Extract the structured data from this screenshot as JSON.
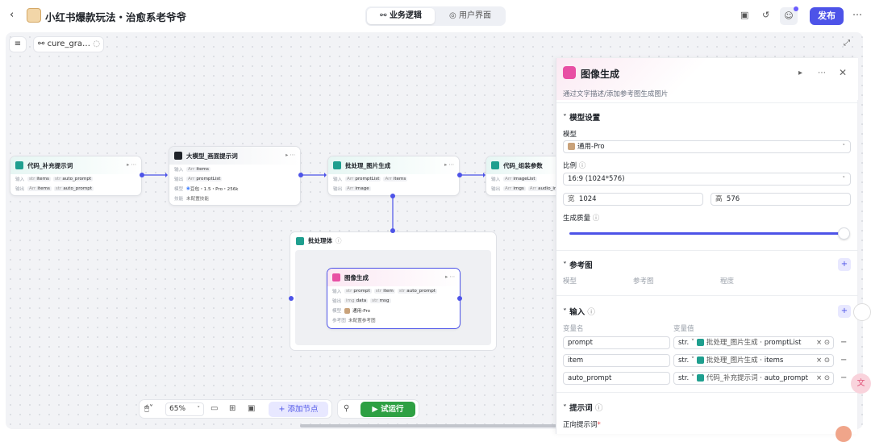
{
  "header": {
    "title": "小红书爆款玩法・治愈系老爷爷",
    "tabs": [
      {
        "label": "业务逻辑"
      },
      {
        "label": "用户界面"
      }
    ],
    "publish_label": "发布"
  },
  "canvas": {
    "workflow_name": "cure_gra…",
    "zoom": "65%",
    "add_node_label": "添加节点",
    "run_label": "试运行"
  },
  "nodes": {
    "code1": {
      "title": "代码_补充提示词",
      "in_label": "输入",
      "out_label": "输出",
      "in": [
        {
          "t": "str",
          "v": "items"
        },
        {
          "t": "str",
          "v": "auto_prompt"
        }
      ],
      "out": [
        {
          "t": "Arr",
          "v": "items"
        },
        {
          "t": "str",
          "v": "auto_prompt"
        }
      ]
    },
    "llm": {
      "title": "大模型_画面提示词",
      "in_label": "输入",
      "out_label": "输出",
      "model_label": "模型",
      "skill_label": "技能",
      "in": [
        {
          "t": "Arr",
          "v": "items"
        }
      ],
      "out": [
        {
          "t": "Arr",
          "v": "promptList"
        }
      ],
      "model": "豆包・1.5・Pro・256k",
      "skill": "未配置技能"
    },
    "batch_img": {
      "title": "批处理_图片生成",
      "in_label": "输入",
      "out_label": "输出",
      "in": [
        {
          "t": "Arr",
          "v": "promptList"
        },
        {
          "t": "Arr",
          "v": "items"
        }
      ],
      "out": [
        {
          "t": "Arr",
          "v": "image"
        }
      ]
    },
    "code2": {
      "title": "代码_组装参数",
      "in_label": "输入",
      "out_label": "输出",
      "in": [
        {
          "t": "Arr",
          "v": "imageList"
        }
      ],
      "out": [
        {
          "t": "Arr",
          "v": "imgs"
        },
        {
          "t": "Arr",
          "v": "audio_info"
        }
      ]
    },
    "batch": {
      "title": "批处理体"
    },
    "image_gen": {
      "title": "图像生成",
      "in_label": "输入",
      "out_label": "输出",
      "model_label": "模型",
      "ref_label": "参考图",
      "in": [
        {
          "t": "str",
          "v": "prompt"
        },
        {
          "t": "str",
          "v": "item"
        },
        {
          "t": "str",
          "v": "auto_prompt"
        }
      ],
      "out": [
        {
          "t": "img",
          "v": "data"
        },
        {
          "t": "str",
          "v": "msg"
        }
      ],
      "model": "通用-Pro",
      "ref": "未配置参考图"
    }
  },
  "panel": {
    "title": "图像生成",
    "description": "通过文字描述/添加参考图生成图片",
    "model_section": "模型设置",
    "model_label": "模型",
    "model_value": "通用-Pro",
    "ratio_label": "比例",
    "ratio_value": "16:9 (1024*576)",
    "width_label": "宽",
    "width_value": "1024",
    "height_label": "高",
    "height_value": "576",
    "quality_label": "生成质量",
    "quality_value": 1.0,
    "ref_section": "参考图",
    "ref_cols": [
      "模型",
      "参考图",
      "程度"
    ],
    "input_section": "输入",
    "var_name_header": "变量名",
    "var_value_header": "变量值",
    "inputs": [
      {
        "name": "prompt",
        "type": "str.",
        "source": "批处理_图片生成",
        "field": "promptList"
      },
      {
        "name": "item",
        "type": "str.",
        "source": "批处理_图片生成",
        "field": "items"
      },
      {
        "name": "auto_prompt",
        "type": "str.",
        "source": "代码_补充提示词",
        "field": "auto_prompt"
      }
    ],
    "prompt_section": "提示词",
    "positive_prompt_label": "正向提示词"
  },
  "colors": {
    "accent": "#4d53e8",
    "teal": "#1f9f8f",
    "pink": "#e84fa4"
  }
}
